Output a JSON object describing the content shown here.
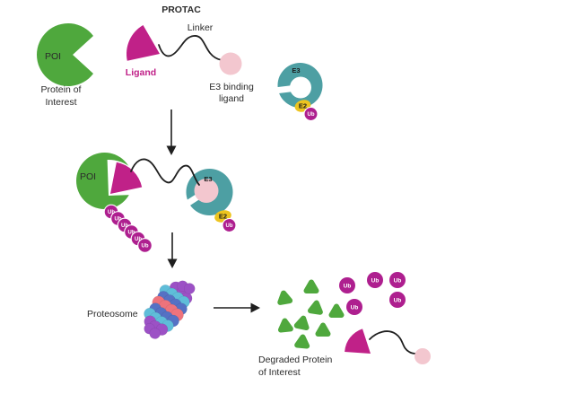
{
  "colors": {
    "green": "#4fa83d",
    "magenta": "#c02188",
    "pink": "#f3c7cf",
    "teal": "#4d9fa3",
    "yellow": "#edc41f",
    "ub": "#ae1f8f",
    "purple": "#9c51c5",
    "cyan": "#5fbdd9",
    "blue": "#5571c4",
    "salmon": "#ee737c",
    "ink": "#1f1f1f"
  },
  "labels": {
    "protac_title": "PROTAC",
    "linker": "Linker",
    "ligand": "Ligand",
    "e3_binding_line1": "E3 binding",
    "e3_binding_line2": "ligand",
    "poi": "POI",
    "poi_caption_line1": "Protein of",
    "poi_caption_line2": "Interest",
    "e3": "E3",
    "e2": "E2",
    "ub": "Ub",
    "proteosome": "Proteosome",
    "degraded_caption_line1": "Degraded Protein",
    "degraded_caption_line2": "of Interest"
  }
}
